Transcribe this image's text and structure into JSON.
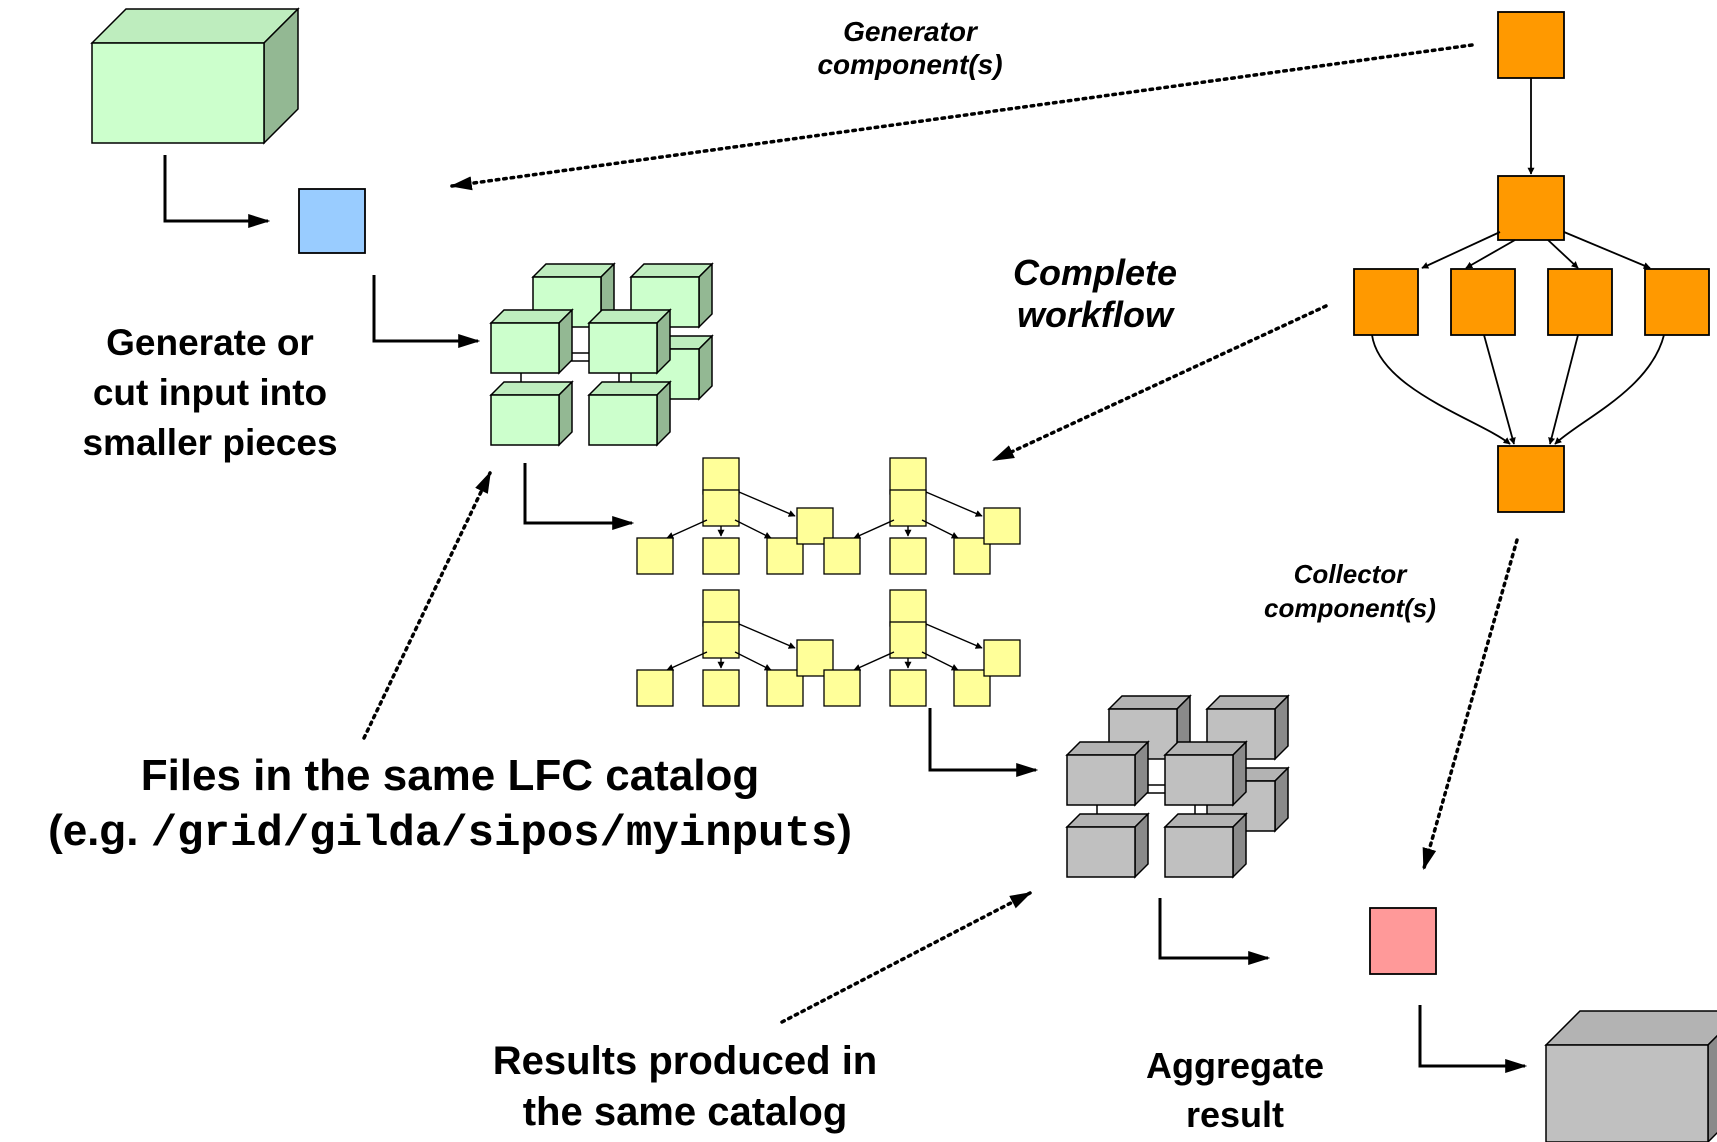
{
  "labels": {
    "generator": [
      "Generator",
      "component(s)"
    ],
    "complete": [
      "Complete",
      "workflow"
    ],
    "collector": [
      "Collector",
      "component(s)"
    ],
    "generate": [
      "Generate or",
      "cut input into",
      "smaller pieces"
    ],
    "files_line1": "Files in the same LFC catalog",
    "files_prefix": "(e.g. ",
    "files_path": "/grid/gilda/sipos/myinputs",
    "files_suffix": ")",
    "results": [
      "Results produced in",
      "the same catalog"
    ],
    "aggregate": [
      "Aggregate",
      "result"
    ]
  },
  "colors": {
    "input_cube": "#ccffcc",
    "generator_node": "#99ccff",
    "workflow_node": "#ff9900",
    "job_node": "#ffff99",
    "result_cube": "#c0c0c0",
    "collector_node": "#ff9999"
  }
}
